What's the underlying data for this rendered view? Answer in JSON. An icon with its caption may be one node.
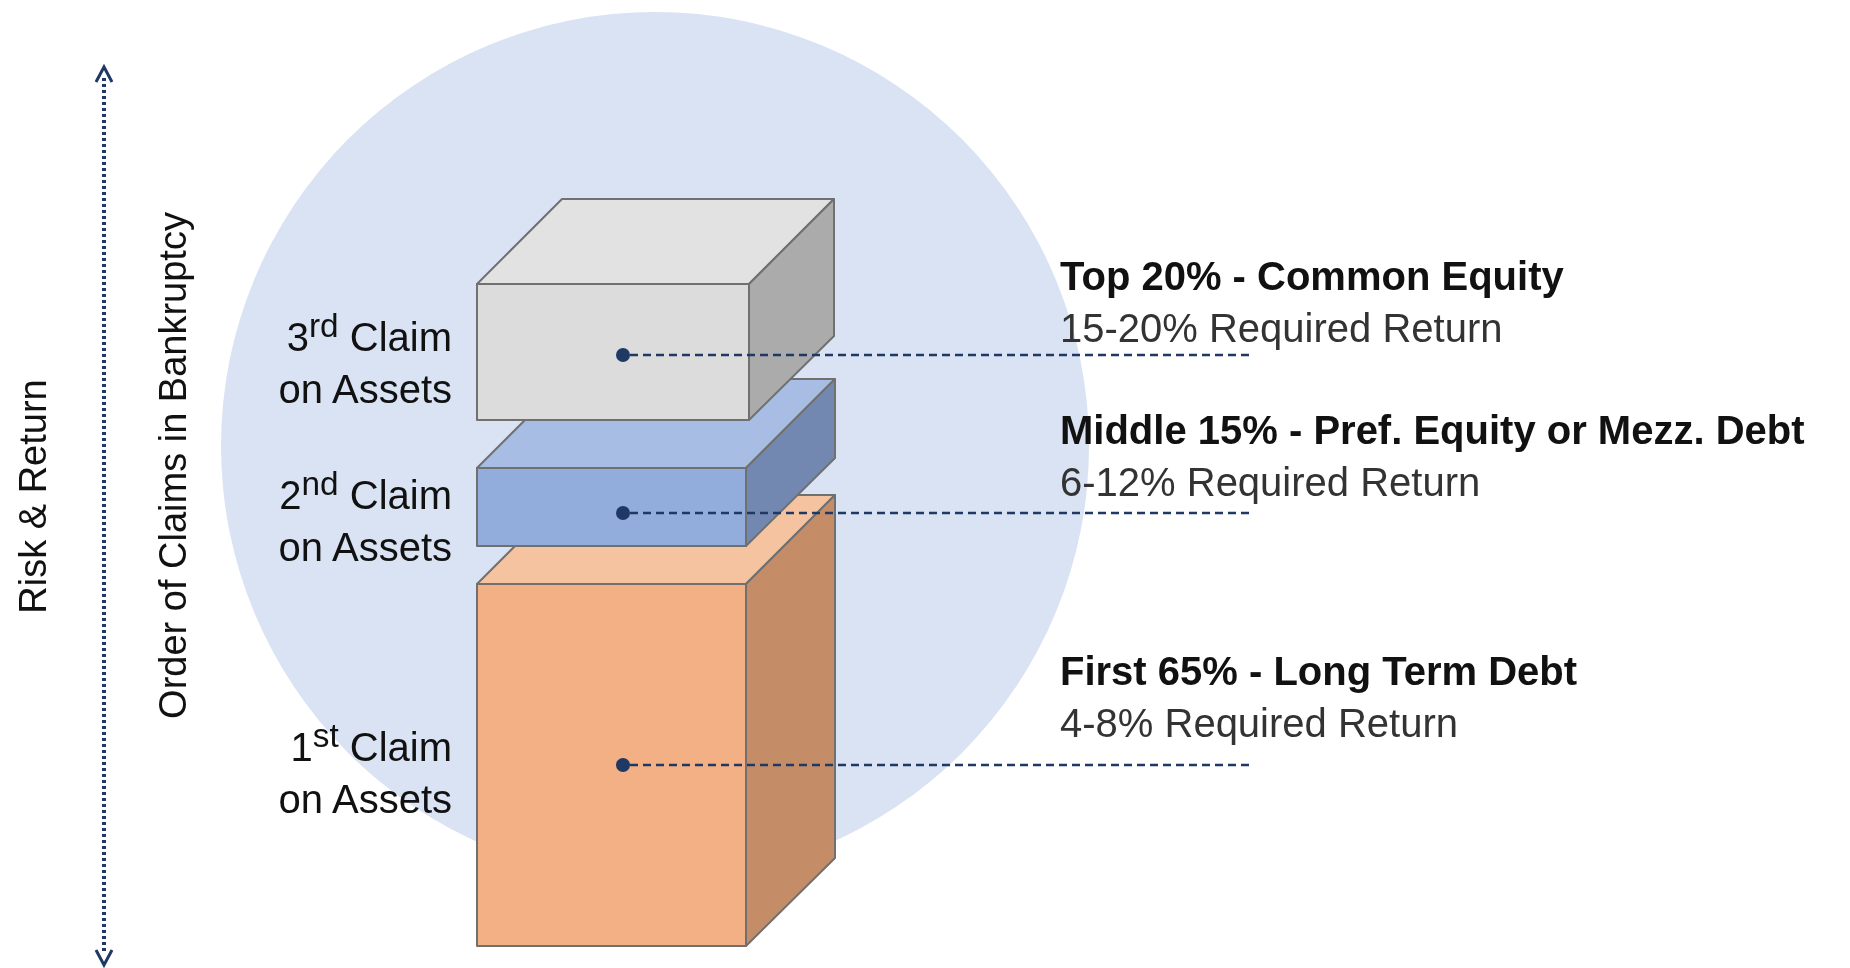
{
  "diagram": {
    "nodes": [
      {
        "text": [
          "Top 20% - Common Equity",
          "15-20% Required Return"
        ]
      },
      {
        "text": [],
        "shape": "box",
        "beside": [
          "3$^{rd}$ Claim on Assets"
        ]
      },
      {
        "text": [
          "Middle 15% - Pref. Equity or Mezz. Debt",
          "6-12% Required Return"
        ]
      },
      {
        "text": [],
        "shape": "box",
        "beside": [
          "2$^{nd}$ Claim on Assets"
        ]
      },
      {
        "text": [
          "First 65% - Long Term Debt",
          "4-8% Required Return"
        ]
      },
      {
        "text": [],
        "shape": "box",
        "beside": [
          "1$^{st}$ Claim on Assets"
        ]
      }
    ],
    "edges": [
      {
        "from": 0,
        "to": 1,
        "arrow": "other",
        "style": "dashed"
      },
      {
        "from": 2,
        "to": 3,
        "arrow": "other",
        "style": "dashed"
      },
      {
        "from": 4,
        "to": 5,
        "arrow": "other",
        "style": "dashed"
      }
    ],
    "labels": [
      "Risk & Return",
      "Order of Claims in Bankruptcy"
    ]
  }
}
